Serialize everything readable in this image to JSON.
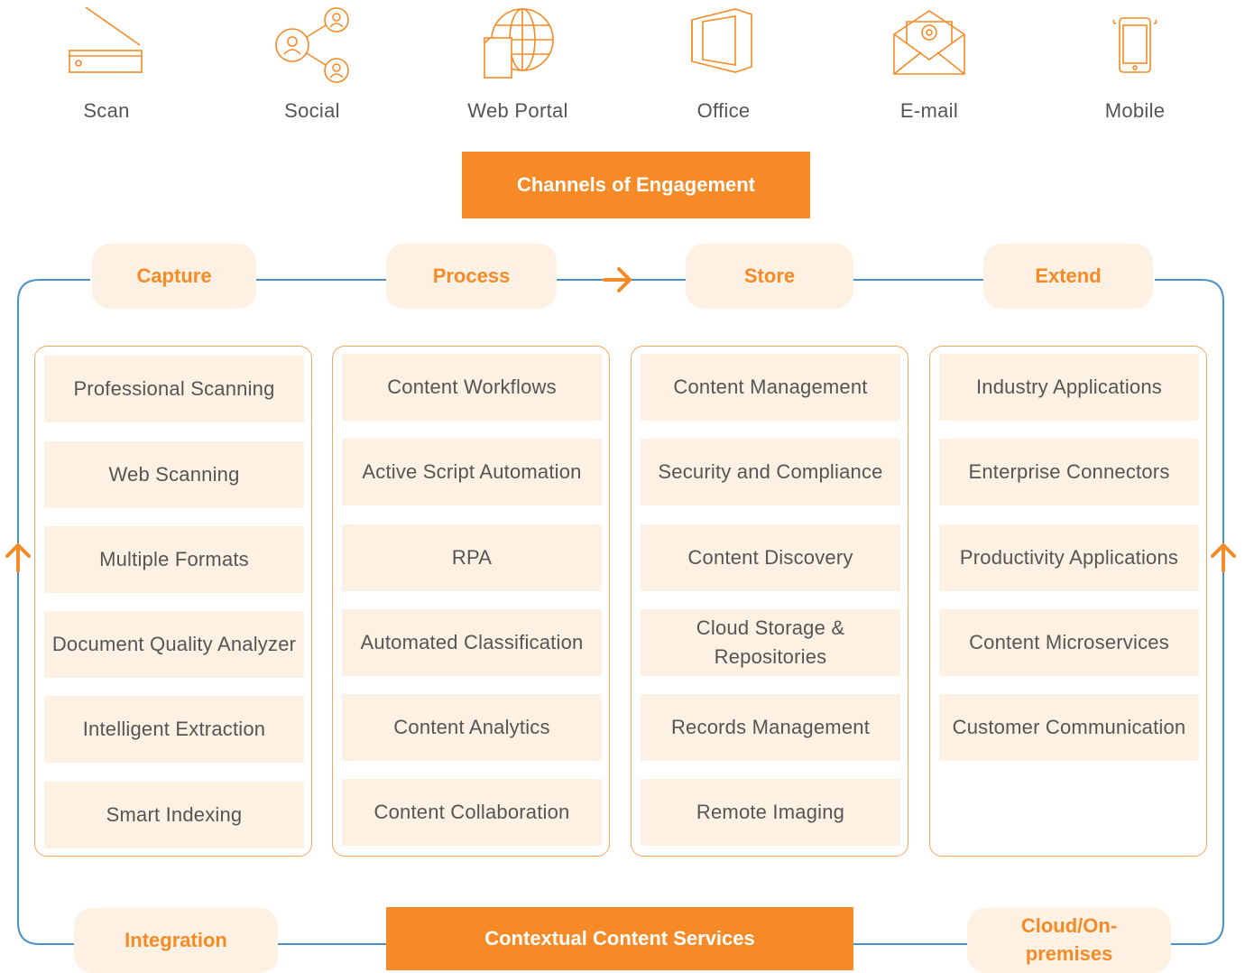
{
  "channels": [
    {
      "label": "Scan",
      "icon": "scanner-icon"
    },
    {
      "label": "Social",
      "icon": "social-network-icon"
    },
    {
      "label": "Web Portal",
      "icon": "web-portal-icon"
    },
    {
      "label": "Office",
      "icon": "office-icon"
    },
    {
      "label": "E-mail",
      "icon": "email-icon"
    },
    {
      "label": "Mobile",
      "icon": "mobile-icon"
    }
  ],
  "channels_banner": "Channels of Engagement",
  "stages": [
    "Capture",
    "Process",
    "Store",
    "Extend"
  ],
  "columns": [
    {
      "items": [
        "Professional Scanning",
        "Web Scanning",
        "Multiple Formats",
        "Document Quality Analyzer",
        "Intelligent Extraction",
        "Smart Indexing"
      ]
    },
    {
      "items": [
        "Content Workflows",
        "Active Script Automation",
        "RPA",
        "Automated Classification",
        "Content Analytics",
        "Content Collaboration"
      ]
    },
    {
      "items": [
        "Content Management",
        "Security and Compliance",
        "Content Discovery",
        "Cloud Storage & Repositories",
        "Records Management",
        "Remote Imaging"
      ]
    },
    {
      "items": [
        "Industry Applications",
        "Enterprise Connectors",
        "Productivity Applications",
        "Content Microservices",
        "Customer Communication"
      ]
    }
  ],
  "bottom": {
    "left": "Integration",
    "center": "Contextual Content Services",
    "right": "Cloud/On-premises"
  },
  "colors": {
    "accent": "#f68a26",
    "pill_bg": "#fdf1e3",
    "line": "#4a90c8",
    "text": "#555555"
  }
}
